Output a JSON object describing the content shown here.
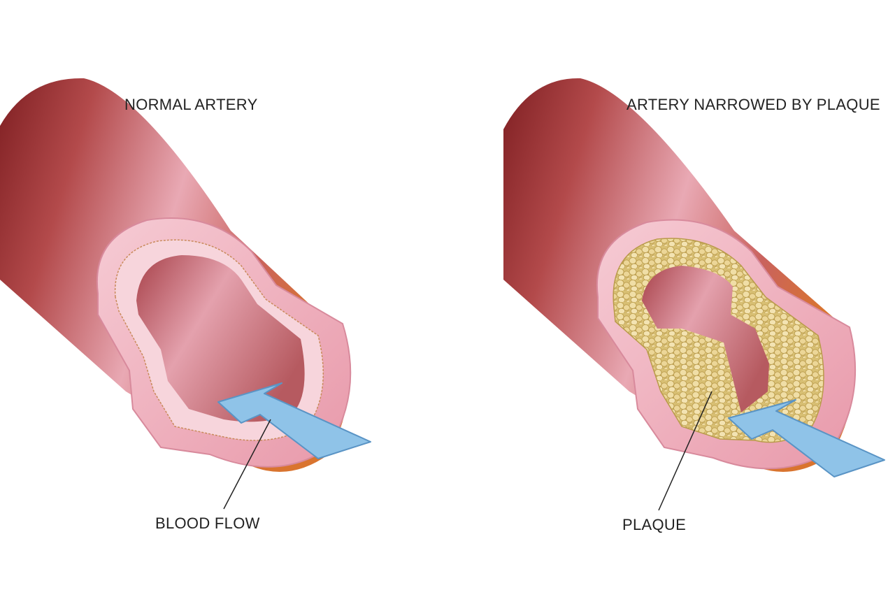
{
  "labels": {
    "normal_title": "NORMAL ARTERY",
    "narrowed_title": "ARTERY NARROWED BY PLAQUE",
    "blood_flow": "BLOOD FLOW",
    "plaque": "PLAQUE"
  },
  "colors": {
    "artery_dark": "#8e2a28",
    "artery_mid": "#c45a5a",
    "artery_light": "#f0b6c2",
    "wall_pink": "#f3bfcb",
    "wall_inner": "#e79aab",
    "lumen": "#c86d75",
    "plaque_fill": "#e9d59a",
    "plaque_edge": "#b99a4a",
    "arrow_fill": "#8fc3e8",
    "arrow_edge": "#5a94c5",
    "leader_line": "#222222"
  }
}
